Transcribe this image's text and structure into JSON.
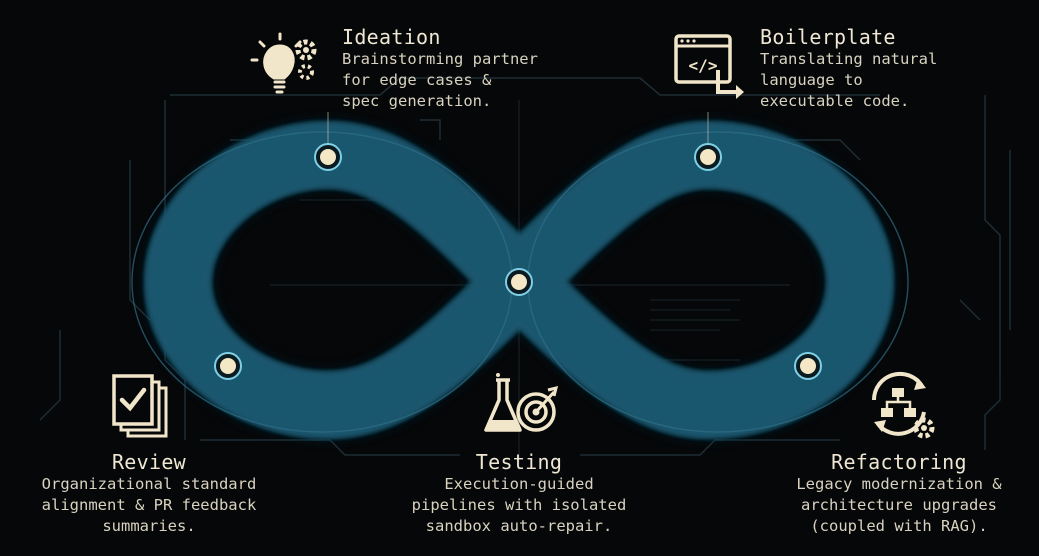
{
  "stages": {
    "ideation": {
      "title": "Ideation",
      "description": "Brainstorming partner\nfor edge cases &\nspec generation.",
      "icon": "lightbulb-gears-icon"
    },
    "boilerplate": {
      "title": "Boilerplate",
      "description": "Translating natural\nlanguage to\nexecutable code.",
      "icon": "code-window-arrow-icon"
    },
    "review": {
      "title": "Review",
      "description": "Organizational standard\nalignment & PR feedback\nsummaries.",
      "icon": "checklist-documents-icon"
    },
    "testing": {
      "title": "Testing",
      "description": "Execution-guided\npipelines with isolated\nsandbox auto-repair.",
      "icon": "flask-target-icon"
    },
    "refactoring": {
      "title": "Refactoring",
      "description": "Legacy modernization &\narchitecture upgrades\n(coupled with RAG).",
      "icon": "hierarchy-refresh-gear-icon"
    }
  },
  "colors": {
    "background": "#050709",
    "loop": "#4fa7c4",
    "loop_glow": "#2a6f8a",
    "node_fill": "#f3e7c6",
    "text": "#efe7d3",
    "circuit": "#23343c"
  }
}
